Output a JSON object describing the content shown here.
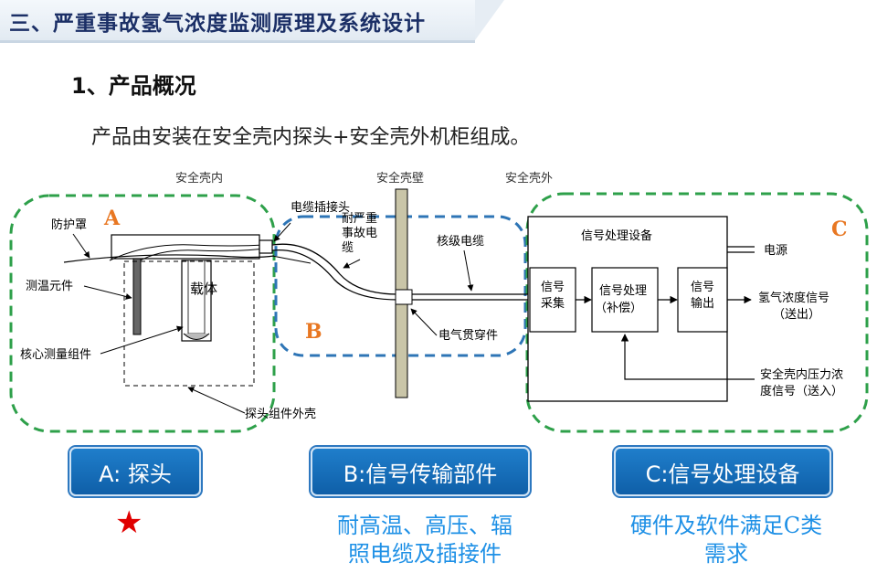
{
  "header": {
    "title": "三、严重事故氢气浓度监测原理及系统设计",
    "subtitle": "1、产品概况",
    "intro": "产品由安装在安全壳内探头+安全壳外机柜组成。"
  },
  "zones": {
    "inside": "安全壳内",
    "wall": "安全壳壁",
    "outside": "安全壳外"
  },
  "region_letters": {
    "a": "A",
    "b": "B",
    "c": "C"
  },
  "probe_labels": {
    "shield": "防护罩",
    "temp_element": "测温元件",
    "core_assembly": "核心测量组件",
    "carrier": "载体",
    "housing": "探头组件外壳",
    "connector": "电缆插接头",
    "hardened_cable": "耐严重事故电缆"
  },
  "cable_labels": {
    "nuclear_cable": "核级电缆",
    "penetration": "电气贯穿件"
  },
  "processing": {
    "equipment_title": "信号处理设备",
    "acquisition": "信号采集",
    "processing_box": "信号处理",
    "processing_sub": "（补偿）",
    "output": "信号输出",
    "power": "电源",
    "h2_signal": "氢气浓度信号",
    "h2_signal_sub": "（送出）",
    "pressure_in_1": "安全壳内压力浓",
    "pressure_in_2": "度信号（送入）"
  },
  "pills": {
    "a": "A: 探头",
    "b": "B:信号传输部件",
    "c": "C:信号处理设备"
  },
  "star": "★",
  "notes": {
    "b_line1": "耐高温、高压、辐",
    "b_line2": "照电缆及插接件",
    "c_line1": "硬件及软件满足C类",
    "c_line2": "需求"
  },
  "colors": {
    "title": "#1b2f66",
    "zone_green": "#2ea04a",
    "zone_blue": "#2e75b6",
    "letter_orange": "#e87722",
    "pill_blue": "#1670bd",
    "note_blue": "#1e90e6",
    "star_red": "#e00000",
    "wall_fill": "#c9c5a8"
  }
}
